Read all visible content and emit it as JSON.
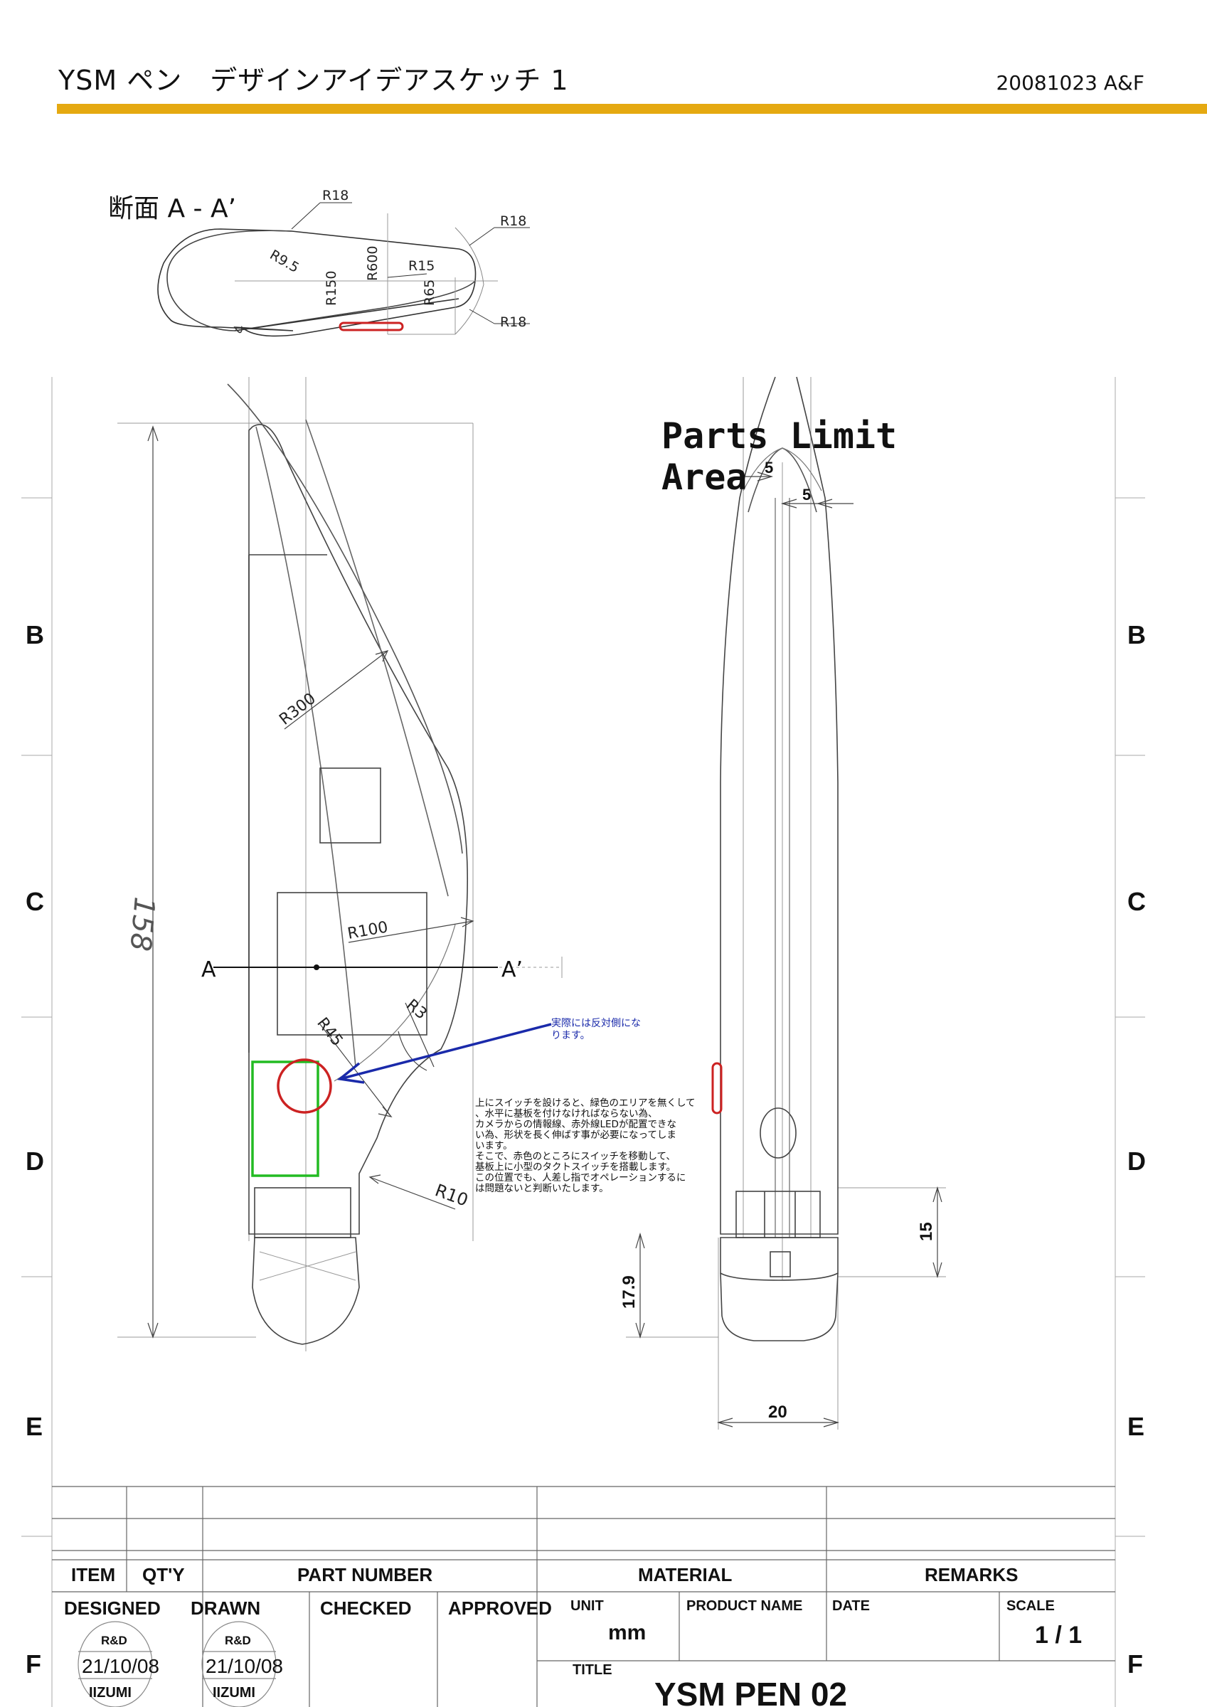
{
  "header": {
    "title": "YSM ペン　デザインアイデアスケッチ 1",
    "date": "20081023  A&F"
  },
  "section": {
    "label": "断面 A - A’",
    "radii": [
      "R18",
      "R18",
      "R9.5",
      "R600",
      "R15",
      "R150",
      "R65",
      "R18"
    ]
  },
  "side_view": {
    "dims": {
      "length": "158",
      "r300": "R300",
      "r100": "R100",
      "r45": "R45",
      "r3": "R3",
      "r10": "R10",
      "a": "A",
      "a_prime": "A’"
    }
  },
  "front_view": {
    "parts_limit_1": "Parts Limit",
    "parts_limit_2": "Area",
    "dim5a": "5",
    "dim5b": "5",
    "dim15": "15",
    "dim17_9": "17.9",
    "dim20": "20"
  },
  "annotation": {
    "blue_note_1": "実際には反対側にな",
    "blue_note_2": "ります。",
    "note_lines": [
      "上にスイッチを設けると、緑色のエリアを無くして",
      "、水平に基板を付けなければならない為、",
      "カメラからの情報線、赤外線LEDが配置できな",
      "い為、形状を長く伸ばす事が必要になってしま",
      "います。",
      "そこで、赤色のところにスイッチを移動して、",
      "基板上に小型のタクトスイッチを搭載します。",
      "この位置でも、人差し指でオペレーションするに",
      "は問題ないと判断いたします。"
    ]
  },
  "zones": {
    "left": [
      "B",
      "C",
      "D",
      "E",
      "F"
    ],
    "right": [
      "B",
      "C",
      "D",
      "E",
      "F"
    ]
  },
  "title_block": {
    "headers": {
      "item": "ITEM",
      "qty": "QT'Y",
      "part_number": "PART  NUMBER",
      "material": "MATERIAL",
      "remarks": "REMARKS"
    },
    "designed": "DESIGNED",
    "drawn": "DRAWN",
    "checked": "CHECKED",
    "approved": "APPROVED",
    "unit_label": "UNIT",
    "unit_value": "mm",
    "product_name_label": "PRODUCT  NAME",
    "date_label": "DATE",
    "scale_label": "SCALE",
    "scale_value": "1 / 1",
    "title_label": "TITLE",
    "title_value": "YSM  PEN  02",
    "stamp1": {
      "dept": "R&D",
      "date": "21/10/08",
      "name": "IIZUMI"
    },
    "stamp2": {
      "dept": "R&D",
      "date": "21/10/08",
      "name": "IIZUMI"
    }
  },
  "colors": {
    "accent": "#e5a911",
    "highlight_green": "#22bb22",
    "highlight_red": "#cc2222",
    "note_blue": "#1a2aaa"
  }
}
